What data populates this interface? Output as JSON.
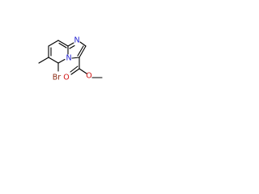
{
  "molecule": {
    "colors": {
      "bond": "#000000",
      "nitrogen": "#2020d0",
      "oxygen": "#d01010",
      "bromine": "#8b2a12"
    },
    "atoms": {
      "n_imidazole": "N",
      "n_bridge": "N",
      "bromine": "Br",
      "ester_carbonyl_o": "O",
      "ester_ether_o": "O"
    }
  }
}
